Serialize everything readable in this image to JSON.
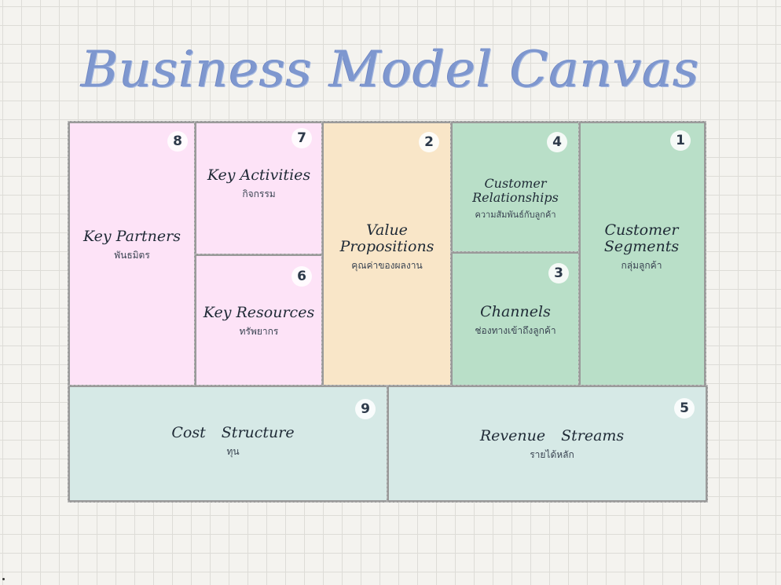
{
  "title": "Business Model Canvas",
  "blocks": {
    "key_partners": {
      "number": "8",
      "name": "Key Partners",
      "subtitle": "พันธมิตร"
    },
    "key_activities": {
      "number": "7",
      "name": "Key Activities",
      "subtitle": "กิจกรรม"
    },
    "key_resources": {
      "number": "6",
      "name": "Key Resources",
      "subtitle": "ทรัพยากร"
    },
    "value_propositions": {
      "number": "2",
      "name": "Value Propositions",
      "subtitle": "คุณค่าของผลงาน"
    },
    "customer_relationships": {
      "number": "4",
      "name": "Customer Relationships",
      "subtitle": "ความสัมพันธ์กับลูกค้า"
    },
    "channels": {
      "number": "3",
      "name": "Channels",
      "subtitle": "ช่องทางเข้าถึงลูกค้า"
    },
    "customer_segments": {
      "number": "1",
      "name": "Customer Segments",
      "subtitle": "กลุ่มลูกค้า"
    },
    "cost_structure": {
      "number": "9",
      "name": "Cost Structure",
      "subtitle": "ทุน"
    },
    "revenue_streams": {
      "number": "5",
      "name": "Revenue Streams",
      "subtitle": "รายได้หลัก"
    }
  },
  "colors": {
    "title": "#7e97cf",
    "pink": "#fde3f7",
    "peach": "#f9e6c8",
    "green": "#b9dfc8",
    "teal": "#d6e9e6",
    "border": "#9a9a9a"
  }
}
